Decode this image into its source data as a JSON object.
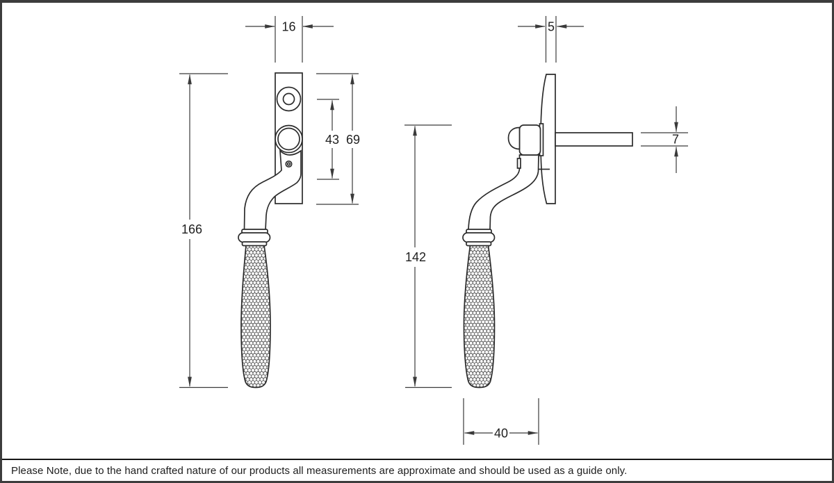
{
  "note": {
    "text": "Please Note, due to the hand crafted nature of our products all measurements are approximate and should be used as a guide only."
  },
  "diagram": {
    "views": {
      "front": {
        "dims": {
          "plate_width": "16",
          "hole_spacing": "43",
          "plate_height": "69",
          "overall_height": "166"
        }
      },
      "side": {
        "dims": {
          "plate_thickness": "5",
          "spindle_thickness": "7",
          "height": "142",
          "projection": "40"
        }
      }
    }
  },
  "colors": {
    "line": "#2b2b2b",
    "dimension_line": "#3a3a3a",
    "background": "#ffffff",
    "frame_border": "#3c3c3c"
  }
}
